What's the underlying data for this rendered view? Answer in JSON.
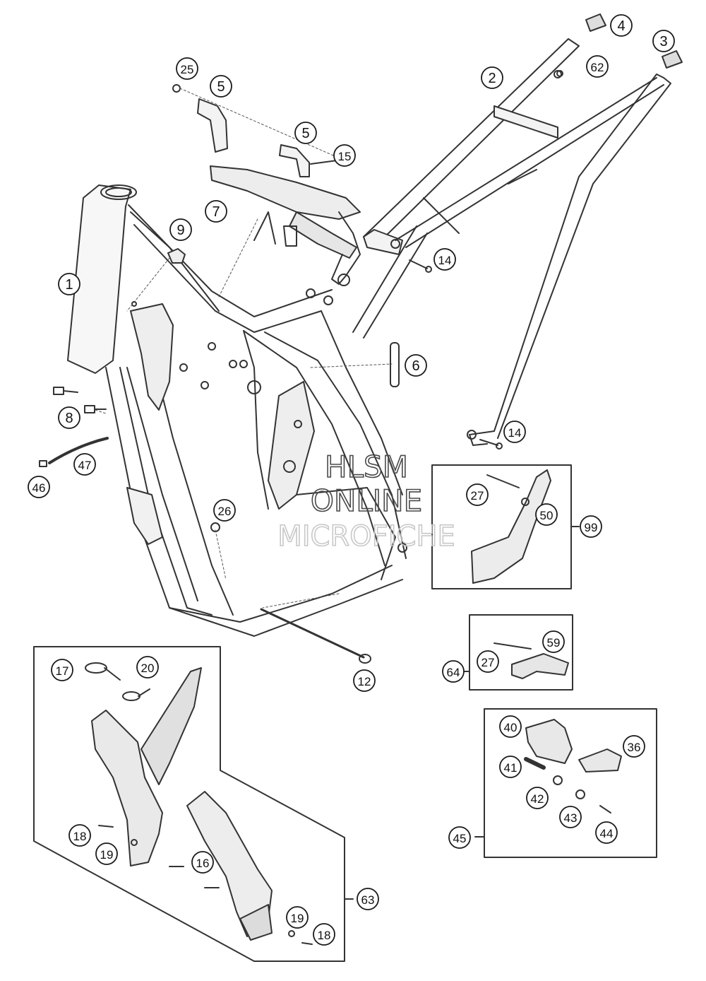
{
  "watermark": {
    "line1": "HLSM",
    "line2": "ONLINE",
    "line3": "MICROFICHE"
  },
  "callouts": [
    {
      "id": "p1",
      "label": "1"
    },
    {
      "id": "p2",
      "label": "2"
    },
    {
      "id": "p3",
      "label": "3"
    },
    {
      "id": "p4",
      "label": "4"
    },
    {
      "id": "p5a",
      "label": "5"
    },
    {
      "id": "p5b",
      "label": "5"
    },
    {
      "id": "p6",
      "label": "6"
    },
    {
      "id": "p7",
      "label": "7"
    },
    {
      "id": "p8",
      "label": "8"
    },
    {
      "id": "p9",
      "label": "9"
    },
    {
      "id": "p12",
      "label": "12"
    },
    {
      "id": "p14a",
      "label": "14"
    },
    {
      "id": "p14b",
      "label": "14"
    },
    {
      "id": "p15",
      "label": "15"
    },
    {
      "id": "p16",
      "label": "16"
    },
    {
      "id": "p17",
      "label": "17"
    },
    {
      "id": "p18a",
      "label": "18"
    },
    {
      "id": "p18b",
      "label": "18"
    },
    {
      "id": "p19a",
      "label": "19"
    },
    {
      "id": "p19b",
      "label": "19"
    },
    {
      "id": "p20",
      "label": "20"
    },
    {
      "id": "p25",
      "label": "25"
    },
    {
      "id": "p26",
      "label": "26"
    },
    {
      "id": "p27a",
      "label": "27"
    },
    {
      "id": "p27b",
      "label": "27"
    },
    {
      "id": "p36",
      "label": "36"
    },
    {
      "id": "p40",
      "label": "40"
    },
    {
      "id": "p41",
      "label": "41"
    },
    {
      "id": "p42",
      "label": "42"
    },
    {
      "id": "p43",
      "label": "43"
    },
    {
      "id": "p44",
      "label": "44"
    },
    {
      "id": "p45",
      "label": "45"
    },
    {
      "id": "p46",
      "label": "46"
    },
    {
      "id": "p47",
      "label": "47"
    },
    {
      "id": "p50",
      "label": "50"
    },
    {
      "id": "p59",
      "label": "59"
    },
    {
      "id": "p62",
      "label": "62"
    },
    {
      "id": "p63",
      "label": "63"
    },
    {
      "id": "p64",
      "label": "64"
    },
    {
      "id": "p99",
      "label": "99"
    }
  ]
}
